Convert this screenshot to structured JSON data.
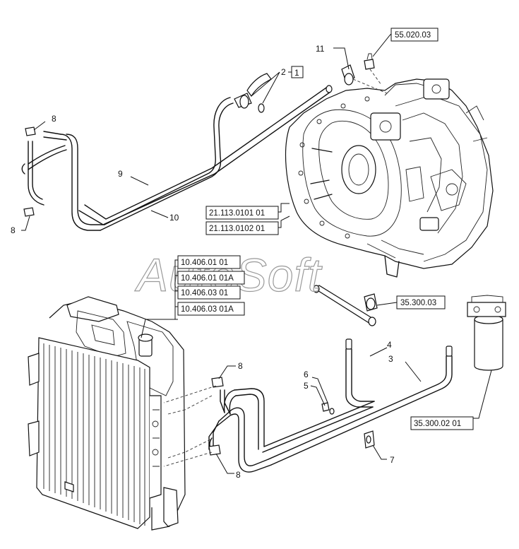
{
  "watermark": "AutoSoft",
  "callouts": {
    "c1": "1",
    "c2": "2",
    "c3": "3",
    "c4": "4",
    "c5": "5",
    "c6": "6",
    "c7": "7",
    "c8a": "8",
    "c8b": "8",
    "c8c": "8",
    "c8d": "8",
    "c9": "9",
    "c10": "10",
    "c11": "11"
  },
  "references": {
    "r_55_020_03": "55.020.03",
    "r_21_113_0101": "21.113.0101 01",
    "r_21_113_0102": "21.113.0102 01",
    "r_10_406_01": "10.406.01 01",
    "r_10_406_01A": "10.406.01 01A",
    "r_10_406_03": "10.406.03 01",
    "r_10_406_03A": "10.406.03 01A",
    "r_35_300_03": "35.300.03",
    "r_35_300_02": "35.300.02 01"
  },
  "icons": [
    "transmission-housing-icon",
    "radiator-icon",
    "oil-filter-icon"
  ]
}
